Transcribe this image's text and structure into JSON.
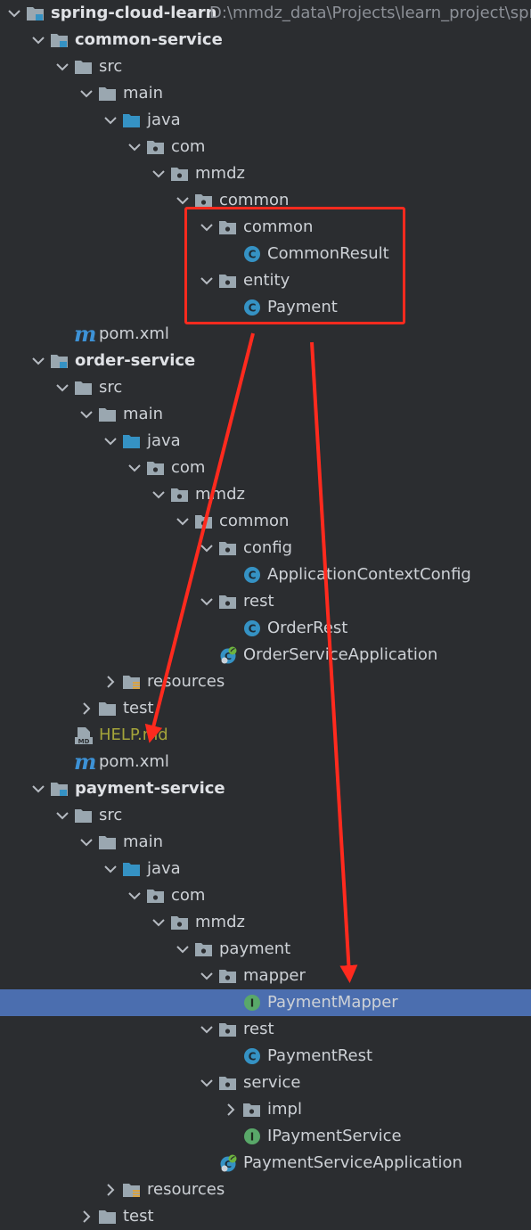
{
  "project": {
    "root_name": "spring-cloud-learn",
    "root_path": "D:\\mmdz_data\\Projects\\learn_project\\spr"
  },
  "tree": [
    {
      "label": "spring-cloud-learn",
      "type": "module",
      "depth": 0,
      "arrow": "down",
      "bold": true
    },
    {
      "label": "common-service",
      "type": "module",
      "depth": 1,
      "arrow": "down",
      "bold": true
    },
    {
      "label": "src",
      "type": "folder",
      "depth": 2,
      "arrow": "down"
    },
    {
      "label": "main",
      "type": "folder",
      "depth": 3,
      "arrow": "down"
    },
    {
      "label": "java",
      "type": "java-folder",
      "depth": 4,
      "arrow": "down"
    },
    {
      "label": "com",
      "type": "package",
      "depth": 5,
      "arrow": "down"
    },
    {
      "label": "mmdz",
      "type": "package",
      "depth": 6,
      "arrow": "down"
    },
    {
      "label": "common",
      "type": "package",
      "depth": 7,
      "arrow": "down"
    },
    {
      "label": "common",
      "type": "package",
      "depth": 8,
      "arrow": "down"
    },
    {
      "label": "CommonResult",
      "type": "class",
      "depth": 9,
      "arrow": "none"
    },
    {
      "label": "entity",
      "type": "package",
      "depth": 8,
      "arrow": "down"
    },
    {
      "label": "Payment",
      "type": "class",
      "depth": 9,
      "arrow": "none"
    },
    {
      "label": "pom.xml",
      "type": "maven",
      "depth": 2,
      "arrow": "none"
    },
    {
      "label": "order-service",
      "type": "module",
      "depth": 1,
      "arrow": "down",
      "bold": true
    },
    {
      "label": "src",
      "type": "folder",
      "depth": 2,
      "arrow": "down"
    },
    {
      "label": "main",
      "type": "folder",
      "depth": 3,
      "arrow": "down"
    },
    {
      "label": "java",
      "type": "java-folder",
      "depth": 4,
      "arrow": "down"
    },
    {
      "label": "com",
      "type": "package",
      "depth": 5,
      "arrow": "down"
    },
    {
      "label": "mmdz",
      "type": "package",
      "depth": 6,
      "arrow": "down"
    },
    {
      "label": "common",
      "type": "package",
      "depth": 7,
      "arrow": "down"
    },
    {
      "label": "config",
      "type": "package",
      "depth": 8,
      "arrow": "down"
    },
    {
      "label": "ApplicationContextConfig",
      "type": "class",
      "depth": 9,
      "arrow": "none"
    },
    {
      "label": "rest",
      "type": "package",
      "depth": 8,
      "arrow": "down"
    },
    {
      "label": "OrderRest",
      "type": "class",
      "depth": 9,
      "arrow": "none"
    },
    {
      "label": "OrderServiceApplication",
      "type": "spring-class",
      "depth": 8,
      "arrow": "none"
    },
    {
      "label": "resources",
      "type": "resources",
      "depth": 4,
      "arrow": "right"
    },
    {
      "label": "test",
      "type": "folder",
      "depth": 3,
      "arrow": "right"
    },
    {
      "label": "HELP.md",
      "type": "markdown",
      "depth": 2,
      "arrow": "none"
    },
    {
      "label": "pom.xml",
      "type": "maven",
      "depth": 2,
      "arrow": "none"
    },
    {
      "label": "payment-service",
      "type": "module",
      "depth": 1,
      "arrow": "down",
      "bold": true
    },
    {
      "label": "src",
      "type": "folder",
      "depth": 2,
      "arrow": "down"
    },
    {
      "label": "main",
      "type": "folder",
      "depth": 3,
      "arrow": "down"
    },
    {
      "label": "java",
      "type": "java-folder",
      "depth": 4,
      "arrow": "down"
    },
    {
      "label": "com",
      "type": "package",
      "depth": 5,
      "arrow": "down"
    },
    {
      "label": "mmdz",
      "type": "package",
      "depth": 6,
      "arrow": "down"
    },
    {
      "label": "payment",
      "type": "package",
      "depth": 7,
      "arrow": "down"
    },
    {
      "label": "mapper",
      "type": "package",
      "depth": 8,
      "arrow": "down"
    },
    {
      "label": "PaymentMapper",
      "type": "interface",
      "depth": 9,
      "arrow": "none",
      "selected": true
    },
    {
      "label": "rest",
      "type": "package",
      "depth": 8,
      "arrow": "down"
    },
    {
      "label": "PaymentRest",
      "type": "class",
      "depth": 9,
      "arrow": "none"
    },
    {
      "label": "service",
      "type": "package",
      "depth": 8,
      "arrow": "down"
    },
    {
      "label": "impl",
      "type": "package",
      "depth": 9,
      "arrow": "right"
    },
    {
      "label": "IPaymentService",
      "type": "interface",
      "depth": 9,
      "arrow": "none"
    },
    {
      "label": "PaymentServiceApplication",
      "type": "spring-class",
      "depth": 8,
      "arrow": "none"
    },
    {
      "label": "resources",
      "type": "resources",
      "depth": 4,
      "arrow": "right"
    },
    {
      "label": "test",
      "type": "folder",
      "depth": 3,
      "arrow": "right"
    }
  ],
  "icons": {
    "arrow-down": "chevron-down-icon",
    "arrow-right": "chevron-right-icon",
    "module": "module-folder-icon",
    "folder": "folder-icon",
    "java-folder": "source-folder-icon",
    "package": "package-icon",
    "class": "class-icon",
    "interface": "interface-icon",
    "spring-class": "spring-boot-class-icon",
    "maven": "maven-icon",
    "markdown": "markdown-icon",
    "resources": "resources-folder-icon"
  },
  "colors": {
    "background": "#2b2d30",
    "selection": "#4b6eaf",
    "class_icon": "#3592c4",
    "interface_icon": "#59a869",
    "annotation_red": "#ff2a1e"
  },
  "annotation": {
    "box_color": "#ff2a1e",
    "arrow_color": "#ff2a1e"
  }
}
